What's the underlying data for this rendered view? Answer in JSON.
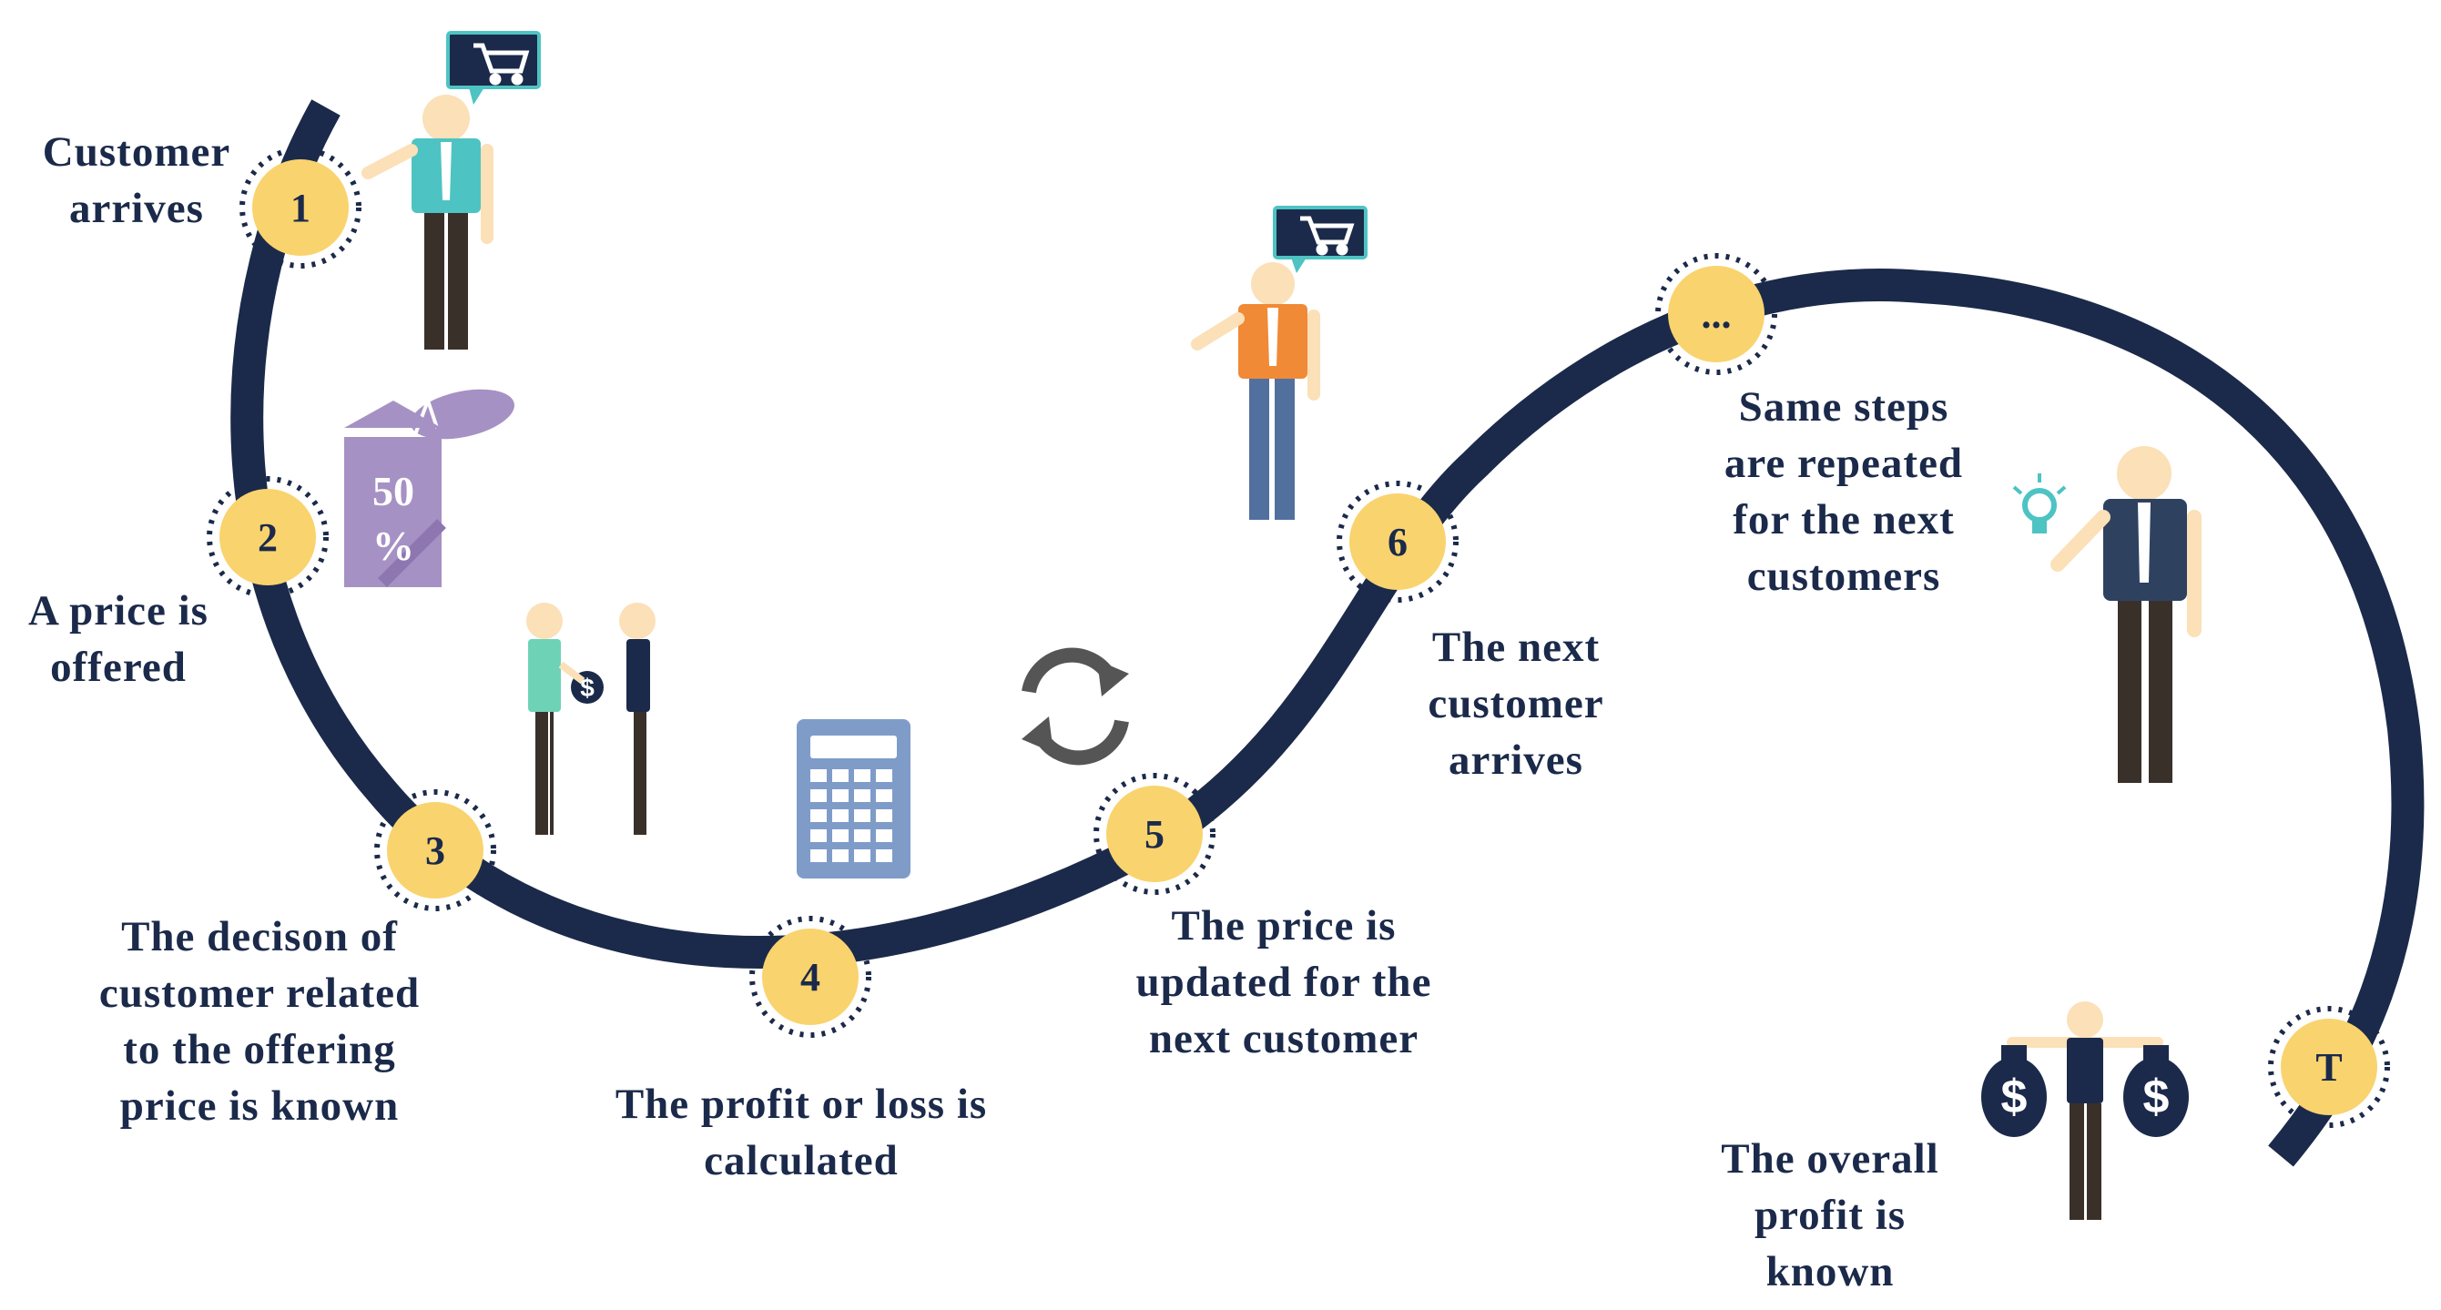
{
  "colors": {
    "path": "#1b2a4a",
    "node": "#f9d36e",
    "text": "#1b2a4a",
    "tag": "#a691c4",
    "calculator": "#7f9cc9"
  },
  "steps": [
    {
      "id": "1",
      "label_lines": [
        "Customer",
        "arrives"
      ]
    },
    {
      "id": "2",
      "label_lines": [
        "A price is",
        "offered"
      ]
    },
    {
      "id": "3",
      "label_lines": [
        "The decison of",
        "customer related",
        "to the offering",
        "price is known"
      ]
    },
    {
      "id": "4",
      "label_lines": [
        "The profit or loss is",
        "calculated"
      ]
    },
    {
      "id": "5",
      "label_lines": [
        "The price is",
        "updated for the",
        "next customer"
      ]
    },
    {
      "id": "6",
      "label_lines": [
        "The next",
        "customer",
        "arrives"
      ]
    },
    {
      "id": "...",
      "label_lines": [
        "Same steps",
        "are repeated",
        "for the next",
        "customers"
      ]
    },
    {
      "id": "T",
      "label_lines": [
        "The overall",
        "profit is",
        "known"
      ]
    }
  ],
  "icons": {
    "price_tag": {
      "name": "price-tag-icon",
      "text_lines": [
        "50",
        "%"
      ]
    },
    "money_bag_symbol": "$",
    "list": [
      "shopping-cart-icon",
      "customer-icon",
      "price-tag-icon",
      "handshake-icon",
      "calculator-icon",
      "refresh-icon",
      "lightbulb-icon",
      "money-bag-icon"
    ]
  }
}
